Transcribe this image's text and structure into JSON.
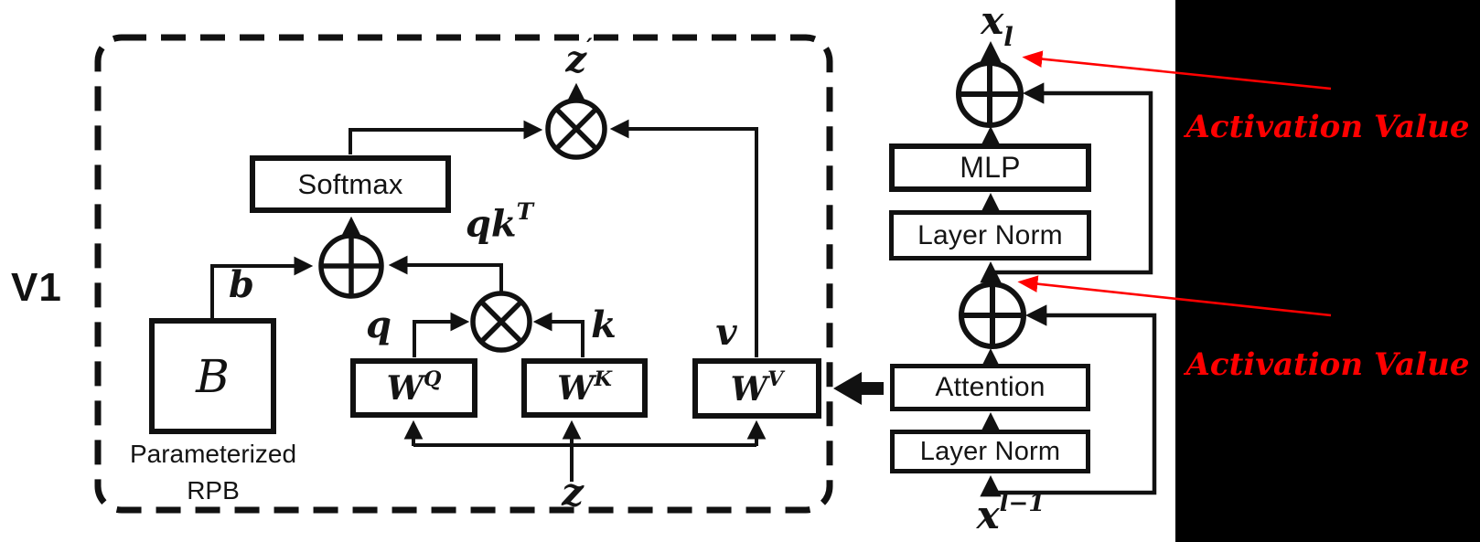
{
  "left_panel": {
    "version_label": "V1",
    "softmax_label": "Softmax",
    "b_box_label": "B",
    "caption_line1": "Parameterized",
    "caption_line2": "RPB",
    "wq": {
      "base": "W",
      "sup": "Q"
    },
    "wk": {
      "base": "W",
      "sup": "K"
    },
    "wv": {
      "base": "W",
      "sup": "V"
    },
    "labels": {
      "z_out": {
        "base": "z",
        "sup": "′"
      },
      "qkt": {
        "base": "qk",
        "sup": "T"
      },
      "b": "b",
      "q": "q",
      "k": "k",
      "v": "v",
      "z": "z"
    }
  },
  "right_panel": {
    "mlp_label": "MLP",
    "layer_norm_top_label": "Layer Norm",
    "attention_label": "Attention",
    "layer_norm_bottom_label": "Layer Norm",
    "x_out": {
      "base": "x",
      "sub": "l"
    },
    "x_in": {
      "base": "x",
      "sup": "l−1"
    }
  },
  "annotation_panel": {
    "annotation_top": "Activation Value",
    "annotation_bottom": "Activation Value"
  },
  "colors": {
    "line_black": "#111111",
    "accent_red": "#ff0000",
    "panel_black": "#000000",
    "background": "#ffffff"
  }
}
